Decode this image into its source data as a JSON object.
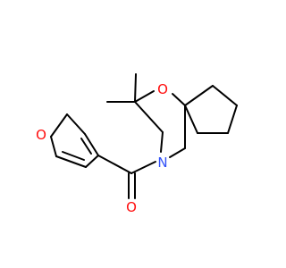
{
  "molecule": {
    "atoms": {
      "furan_o": {
        "symbol": "O",
        "color": "#ff0d0d"
      },
      "ring_o": {
        "symbol": "O",
        "color": "#ff0d0d"
      },
      "carbonyl_o": {
        "symbol": "O",
        "color": "#ff0d0d"
      },
      "amide_n": {
        "symbol": "N",
        "color": "#3050f8"
      }
    },
    "bond_color": "#000000"
  }
}
